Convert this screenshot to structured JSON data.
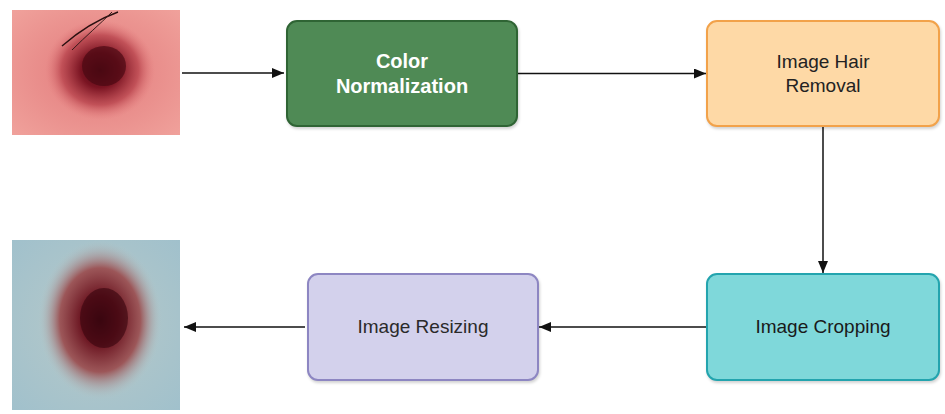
{
  "diagram": {
    "nodes": [
      {
        "text": [
          "Color Normalization"
        ]
      },
      {
        "text": [
          "Image Hair Removal"
        ]
      },
      {
        "text": [
          "Image Cropping"
        ]
      },
      {
        "text": [
          "Image Resizing"
        ]
      }
    ],
    "edges": [
      {
        "from": 0,
        "to": 1,
        "arrow": "to"
      },
      {
        "from": 1,
        "to": 2,
        "arrow": "to"
      },
      {
        "from": 2,
        "to": 3,
        "arrow": "to"
      }
    ]
  }
}
